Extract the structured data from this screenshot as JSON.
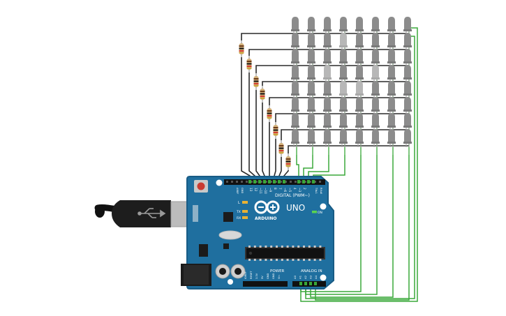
{
  "board": {
    "logo_text": "ARDUINO",
    "model": "UNO",
    "digital_header_label": "DIGITAL (PWM~)",
    "power_label": "POWER",
    "analog_label": "ANALOG IN",
    "on_label": "ON",
    "l_label": "L",
    "tx_label": "TX",
    "rx_label": "RX",
    "aref_label": "AREF",
    "gnd_label": "GND",
    "tx_pin_label": "TX▸1",
    "rx_pin_label": "RX◂0",
    "digital_pin_labels": [
      "13",
      "12",
      "~11",
      "~10",
      "~9",
      "8",
      "7",
      "~6",
      "~5",
      "4",
      "~3",
      "2"
    ],
    "power_pin_labels": [
      "IOREF",
      "RESET",
      "3.3V",
      "5V",
      "GND",
      "GND",
      "Vin"
    ],
    "analog_pin_labels": [
      "A0",
      "A1",
      "A2",
      "A3",
      "A4",
      "A5"
    ]
  },
  "matrix": {
    "rows": 8,
    "cols": 8
  },
  "colors": {
    "board": "#1f6f9f",
    "board_edge": "#185b85",
    "led_off": "#8c8c8c",
    "led_dim": "#b7b7b7",
    "wire_dark": "#2a2a2a",
    "wire_green": "#3aa83a",
    "resistor_body": "#d2b07a",
    "usb_plug": "#222222"
  }
}
